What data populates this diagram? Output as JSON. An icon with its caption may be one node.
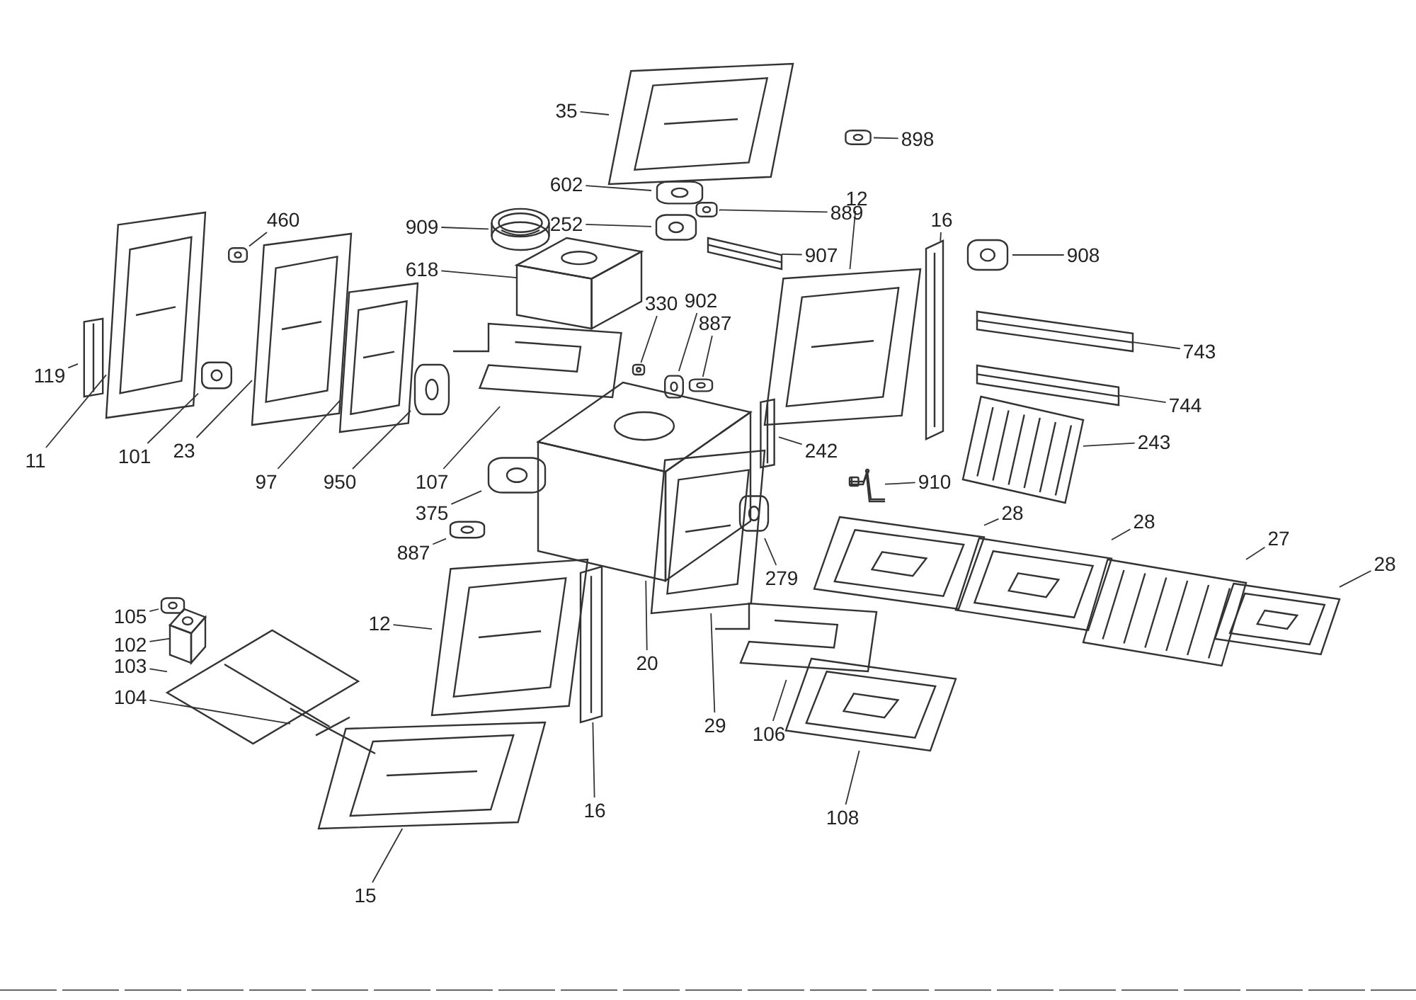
{
  "diagram": {
    "nodes": [
      {
        "text": [
          "35"
        ]
      },
      {
        "text": [
          "898"
        ]
      },
      {
        "text": [
          "602"
        ]
      },
      {
        "text": [
          "889"
        ]
      },
      {
        "text": [
          "909"
        ]
      },
      {
        "text": [
          "252"
        ]
      },
      {
        "text": [
          "460"
        ]
      },
      {
        "text": [
          "907"
        ]
      },
      {
        "text": [
          "12"
        ]
      },
      {
        "text": [
          "16"
        ]
      },
      {
        "text": [
          "908"
        ]
      },
      {
        "text": [
          "618"
        ]
      },
      {
        "text": [
          "330"
        ]
      },
      {
        "text": [
          "902"
        ]
      },
      {
        "text": [
          "887"
        ]
      },
      {
        "text": [
          "119"
        ]
      },
      {
        "text": [
          "11"
        ]
      },
      {
        "text": [
          "101"
        ]
      },
      {
        "text": [
          "23"
        ]
      },
      {
        "text": [
          "97"
        ]
      },
      {
        "text": [
          "950"
        ]
      },
      {
        "text": [
          "743"
        ]
      },
      {
        "text": [
          "744"
        ]
      },
      {
        "text": [
          "243"
        ]
      },
      {
        "text": [
          "107"
        ]
      },
      {
        "text": [
          "375"
        ]
      },
      {
        "text": [
          "910"
        ]
      },
      {
        "text": [
          "242"
        ]
      },
      {
        "text": [
          "887"
        ]
      },
      {
        "text": [
          "279"
        ]
      },
      {
        "text": [
          "28"
        ]
      },
      {
        "text": [
          "28"
        ]
      },
      {
        "text": [
          "27"
        ]
      },
      {
        "text": [
          "28"
        ]
      },
      {
        "text": [
          "105"
        ]
      },
      {
        "text": [
          "102"
        ]
      },
      {
        "text": [
          "103"
        ]
      },
      {
        "text": [
          "104"
        ]
      },
      {
        "text": [
          "12"
        ]
      },
      {
        "text": [
          "20"
        ]
      },
      {
        "text": [
          "16"
        ]
      },
      {
        "text": [
          "29"
        ]
      },
      {
        "text": [
          "106"
        ]
      },
      {
        "text": [
          "108"
        ]
      },
      {
        "text": [
          "15"
        ]
      },
      {
        "text": [],
        "shape": "picture"
      },
      {
        "text": [],
        "shape": "picture"
      },
      {
        "text": [],
        "shape": "picture"
      },
      {
        "text": [],
        "shape": "picture"
      },
      {
        "text": [],
        "shape": "picture"
      },
      {
        "text": [],
        "shape": "picture"
      },
      {
        "text": [],
        "shape": "picture"
      },
      {
        "text": [],
        "shape": "picture"
      },
      {
        "text": [],
        "shape": "picture"
      },
      {
        "text": [],
        "shape": "picture"
      },
      {
        "text": [],
        "shape": "picture"
      },
      {
        "text": [],
        "shape": "picture"
      },
      {
        "text": [],
        "shape": "picture"
      },
      {
        "text": [],
        "shape": "picture"
      },
      {
        "text": [],
        "shape": "picture"
      },
      {
        "text": [],
        "shape": "picture"
      },
      {
        "text": [],
        "shape": "picture"
      },
      {
        "text": [],
        "shape": "picture"
      },
      {
        "text": [],
        "shape": "picture"
      },
      {
        "text": [],
        "shape": "picture"
      },
      {
        "text": [],
        "shape": "picture"
      },
      {
        "text": [],
        "shape": "picture"
      },
      {
        "text": [],
        "shape": "picture"
      },
      {
        "text": [],
        "shape": "picture"
      },
      {
        "text": [],
        "shape": "picture"
      },
      {
        "text": [],
        "shape": "picture"
      },
      {
        "text": [],
        "shape": "picture"
      },
      {
        "text": [],
        "shape": "picture"
      },
      {
        "text": [],
        "shape": "picture"
      },
      {
        "text": [],
        "shape": "picture"
      },
      {
        "text": [],
        "shape": "picture"
      },
      {
        "text": [],
        "shape": "picture"
      },
      {
        "text": [],
        "shape": "picture"
      },
      {
        "text": [],
        "shape": "picture"
      },
      {
        "text": [],
        "shape": "picture"
      },
      {
        "text": [],
        "shape": "picture"
      },
      {
        "text": [],
        "shape": "picture"
      },
      {
        "text": [],
        "shape": "picture"
      },
      {
        "text": [],
        "shape": "picture"
      },
      {
        "text": [],
        "shape": "picture"
      },
      {
        "text": [],
        "shape": "picture"
      },
      {
        "text": [],
        "shape": "picture"
      },
      {
        "text": [],
        "shape": "picture"
      },
      {
        "text": [],
        "shape": "picture"
      },
      {
        "text": [],
        "shape": "picture"
      }
    ],
    "edges": [
      {
        "from": 0,
        "to": 45,
        "arrow": "none"
      },
      {
        "from": 1,
        "to": 46,
        "arrow": "none"
      },
      {
        "from": 2,
        "to": 47,
        "arrow": "none"
      },
      {
        "from": 3,
        "to": 48,
        "arrow": "none"
      },
      {
        "from": 4,
        "to": 49,
        "arrow": "none"
      },
      {
        "from": 5,
        "to": 50,
        "arrow": "none"
      },
      {
        "from": 6,
        "to": 51,
        "arrow": "none"
      },
      {
        "from": 7,
        "to": 52,
        "arrow": "none"
      },
      {
        "from": 8,
        "to": 53,
        "arrow": "none"
      },
      {
        "from": 9,
        "to": 54,
        "arrow": "none"
      },
      {
        "from": 10,
        "to": 55,
        "arrow": "none"
      },
      {
        "from": 11,
        "to": 56,
        "arrow": "none"
      },
      {
        "from": 12,
        "to": 57,
        "arrow": "none"
      },
      {
        "from": 13,
        "to": 58,
        "arrow": "none"
      },
      {
        "from": 14,
        "to": 59,
        "arrow": "none"
      },
      {
        "from": 15,
        "to": 60,
        "arrow": "none"
      },
      {
        "from": 16,
        "to": 61,
        "arrow": "none"
      },
      {
        "from": 17,
        "to": 62,
        "arrow": "none"
      },
      {
        "from": 18,
        "to": 63,
        "arrow": "none"
      },
      {
        "from": 19,
        "to": 64,
        "arrow": "none"
      },
      {
        "from": 20,
        "to": 65,
        "arrow": "none"
      },
      {
        "from": 21,
        "to": 66,
        "arrow": "none"
      },
      {
        "from": 22,
        "to": 67,
        "arrow": "none"
      },
      {
        "from": 23,
        "to": 68,
        "arrow": "none"
      },
      {
        "from": 24,
        "to": 69,
        "arrow": "none"
      },
      {
        "from": 25,
        "to": 70,
        "arrow": "none"
      },
      {
        "from": 26,
        "to": 71,
        "arrow": "none"
      },
      {
        "from": 27,
        "to": 72,
        "arrow": "none"
      },
      {
        "from": 28,
        "to": 73,
        "arrow": "none"
      },
      {
        "from": 29,
        "to": 74,
        "arrow": "none"
      },
      {
        "from": 30,
        "to": 75,
        "arrow": "none"
      },
      {
        "from": 31,
        "to": 76,
        "arrow": "none"
      },
      {
        "from": 32,
        "to": 77,
        "arrow": "none"
      },
      {
        "from": 33,
        "to": 78,
        "arrow": "none"
      },
      {
        "from": 34,
        "to": 79,
        "arrow": "none"
      },
      {
        "from": 35,
        "to": 80,
        "arrow": "none"
      },
      {
        "from": 36,
        "to": 81,
        "arrow": "none"
      },
      {
        "from": 37,
        "to": 82,
        "arrow": "none"
      },
      {
        "from": 38,
        "to": 83,
        "arrow": "none"
      },
      {
        "from": 39,
        "to": 84,
        "arrow": "none"
      },
      {
        "from": 40,
        "to": 85,
        "arrow": "none"
      },
      {
        "from": 41,
        "to": 86,
        "arrow": "none"
      },
      {
        "from": 42,
        "to": 87,
        "arrow": "none"
      },
      {
        "from": 43,
        "to": 88,
        "arrow": "none"
      },
      {
        "from": 44,
        "to": 89,
        "arrow": "none"
      }
    ]
  }
}
